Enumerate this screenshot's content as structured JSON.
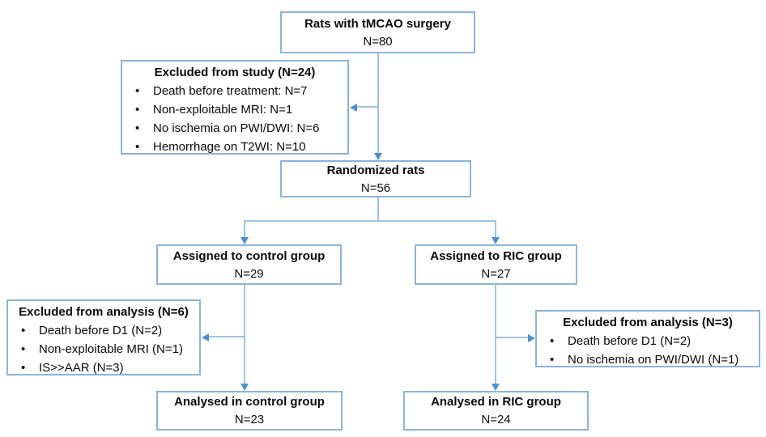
{
  "diagram": {
    "type": "study-flowchart",
    "colors": {
      "box_border": "#8ab4e0",
      "connector_line": "#9dc3e5",
      "arrowhead": "#4e8fd0",
      "text": "#0a0a0a",
      "background": "#ffffff"
    },
    "boxes": {
      "surgery": {
        "title": "Rats with tMCAO surgery",
        "count": "N=80"
      },
      "excluded_study": {
        "title": "Excluded from study (N=24)",
        "bullets": [
          "Death before treatment: N=7",
          "Non-exploitable MRI: N=1",
          "No ischemia on PWI/DWI: N=6",
          "Hemorrhage on T2WI: N=10"
        ]
      },
      "randomized": {
        "title": "Randomized rats",
        "count": "N=56"
      },
      "assigned_control": {
        "title": "Assigned to control group",
        "count": "N=29"
      },
      "assigned_ric": {
        "title": "Assigned to RIC group",
        "count": "N=27"
      },
      "excluded_control": {
        "title": "Excluded from analysis (N=6)",
        "bullets": [
          "Death before D1 (N=2)",
          "Non-exploitable MRI (N=1)",
          "IS>>AAR (N=3)"
        ]
      },
      "excluded_ric": {
        "title": "Excluded from analysis (N=3)",
        "bullets": [
          "Death before D1 (N=2)",
          "No ischemia on PWI/DWI (N=1)"
        ]
      },
      "analysed_control": {
        "title": "Analysed in control group",
        "count": "N=23"
      },
      "analysed_ric": {
        "title": "Analysed in RIC group",
        "count": "N=24"
      }
    }
  }
}
